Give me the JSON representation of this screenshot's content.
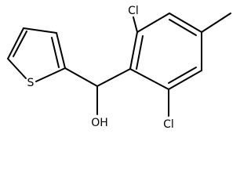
{
  "structure": {
    "atoms": {
      "cl_top": "Cl",
      "cl_bottom": "Cl",
      "sulfur": "S",
      "hydroxyl": "OH"
    }
  },
  "colors": {
    "bond": "#000000",
    "background": "#ffffff"
  }
}
